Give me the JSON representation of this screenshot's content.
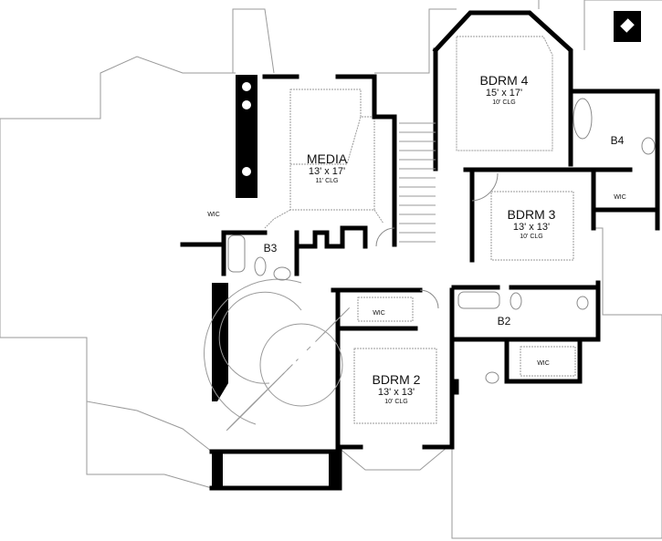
{
  "rooms": {
    "media": {
      "name": "MEDIA",
      "size": "13' x 17'",
      "ceiling": "11' CLG"
    },
    "bdrm4": {
      "name": "BDRM 4",
      "size": "15' x 17'",
      "ceiling": "10' CLG"
    },
    "bdrm3": {
      "name": "BDRM 3",
      "size": "13' x 13'",
      "ceiling": "10' CLG"
    },
    "bdrm2": {
      "name": "BDRM 2",
      "size": "13' x 13'",
      "ceiling": "10' CLG"
    },
    "b3": "B3",
    "b4": "B4",
    "b2": "B2",
    "wic_media": "WIC",
    "wic_bdrm3": "WIC",
    "wic_bdrm2": "WIC",
    "wic_b2": "WIC"
  },
  "colors": {
    "wall": "#000000",
    "roof_line": "#9a9a9a",
    "fixture": "#8a8a8a"
  }
}
